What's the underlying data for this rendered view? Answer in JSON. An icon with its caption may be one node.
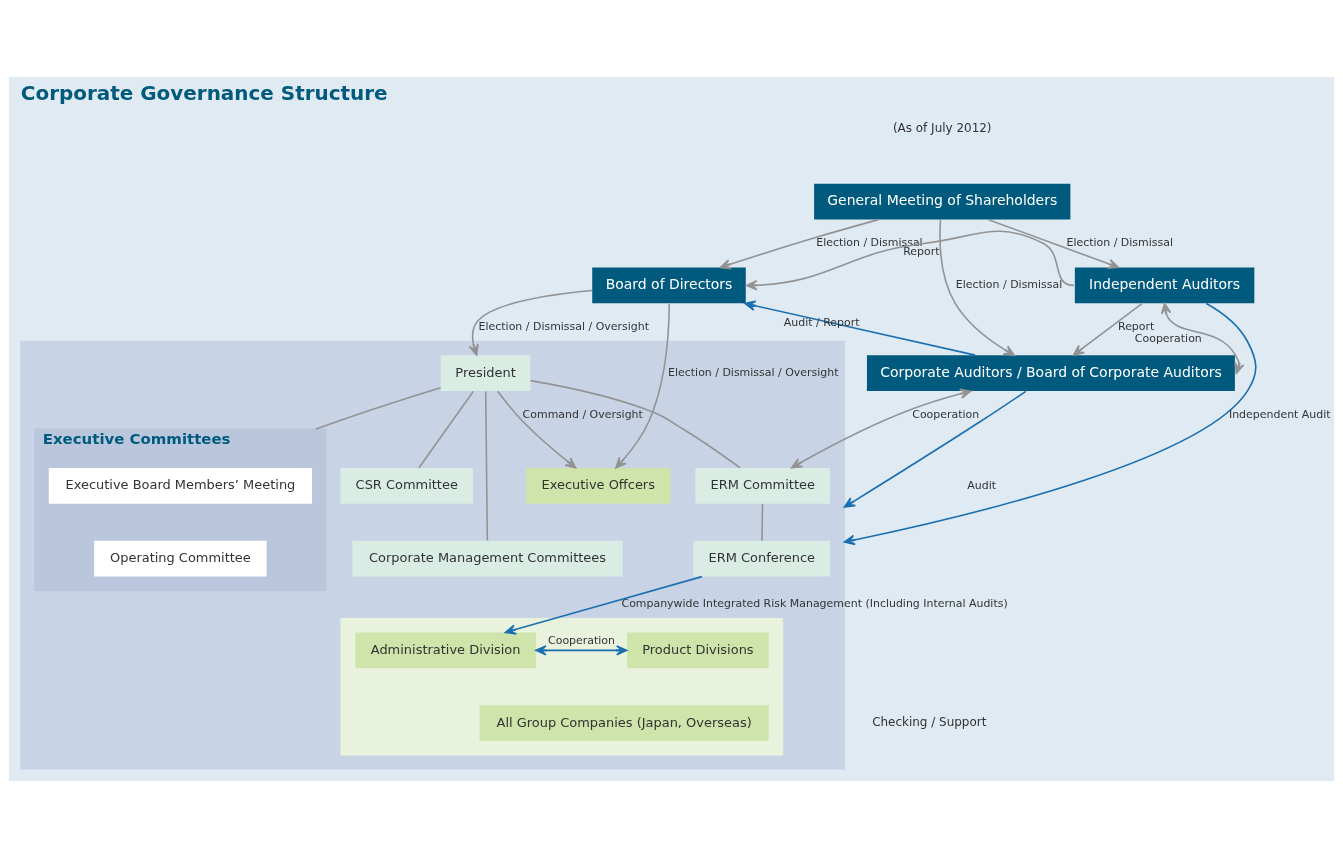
{
  "diagram": {
    "title": "Corporate Governance Structure",
    "nodes": [
      {
        "text": [
          "General Meeting of Shareholders"
        ]
      },
      {
        "text": [
          "Board of Directors"
        ]
      },
      {
        "text": [],
        "shape": "box"
      },
      {
        "text": [
          "President"
        ],
        "in": 2
      },
      {
        "text": [
          "Executive Committees"
        ],
        "in": 2
      },
      {
        "text": [
          "Executive Board Members’ Meeting"
        ],
        "in": 4
      },
      {
        "text": [
          "Operating Committee"
        ],
        "in": 4
      },
      {
        "text": [
          "CSR Committee"
        ],
        "in": 2
      },
      {
        "text": [
          "Corporate Management Committees"
        ],
        "in": 2
      },
      {
        "text": [
          "ERM Committee"
        ],
        "in": 2
      },
      {
        "text": [
          "ERM Conference"
        ],
        "in": 2
      },
      {
        "text": [
          "Executive Offcers"
        ],
        "in": 2
      },
      {
        "text": [],
        "shape": "box",
        "in": 2
      },
      {
        "text": [
          "Administrative Division"
        ],
        "in": 12
      },
      {
        "text": [
          "Product Divisions"
        ],
        "in": 12
      },
      {
        "text": [
          "All Group Companies (Japan, Overseas)"
        ],
        "in": 12
      },
      {
        "text": [
          "Corporate Auditors / Board of Corporate Auditors"
        ]
      },
      {
        "text": [
          "Independent Auditors"
        ]
      }
    ],
    "edges": [
      {
        "from": 0,
        "to": 16,
        "arrow": "to",
        "label": "Election / Dismissal"
      },
      {
        "from": 0,
        "to": 1,
        "arrow": "to",
        "label": "Election / Dismissal"
      },
      {
        "from": 0,
        "to": 17,
        "arrow": "to",
        "label": "Election / Dismissal"
      },
      {
        "from": 16,
        "to": 1,
        "arrow": "to",
        "label": "Audit / Report",
        "color": "#1a6fb0"
      },
      {
        "from": 17,
        "to": 1,
        "arrow": "to",
        "label": "Report"
      },
      {
        "from": 1,
        "to": 3,
        "arrow": "to",
        "label": "Election / Dismissal / Oversight"
      },
      {
        "from": 1,
        "to": 11,
        "arrow": "to",
        "label": "Election / Dismissal / Oversight"
      },
      {
        "from": 3,
        "to": 4,
        "arrow": "none"
      },
      {
        "from": 3,
        "to": 7,
        "arrow": "none"
      },
      {
        "from": 3,
        "to": 8,
        "arrow": "none"
      },
      {
        "from": 3,
        "to": 9,
        "arrow": "none"
      },
      {
        "from": 9,
        "to": 10,
        "arrow": "none"
      },
      {
        "from": 16,
        "to": 9,
        "arrow": "both",
        "label": "Cooperation"
      },
      {
        "from": 16,
        "to": 2,
        "arrow": "to",
        "label": "Audit",
        "color": "#1a6fb0"
      },
      {
        "from": 10,
        "to": 13,
        "arrow": "to",
        "label": "Companywide Integrated Risk Management (Including Internal Audits)",
        "color": "#1a6fb0"
      },
      {
        "from": 3,
        "to": 11,
        "arrow": "to",
        "label": "Command / Oversight"
      },
      {
        "from": 13,
        "to": 14,
        "arrow": "both",
        "label": "Cooperation",
        "color": "#1a6fb0"
      },
      {
        "from": 17,
        "to": 2,
        "arrow": "to",
        "label": "Independent Audit",
        "color": "#1a6fb0"
      },
      {
        "from": 17,
        "to": 16,
        "arrow": "to",
        "label": "Report"
      },
      {
        "from": 16,
        "to": 17,
        "arrow": "both",
        "label": "Cooperation"
      }
    ],
    "labels": [
      "(As of July 2012)",
      "Checking / Support"
    ]
  }
}
